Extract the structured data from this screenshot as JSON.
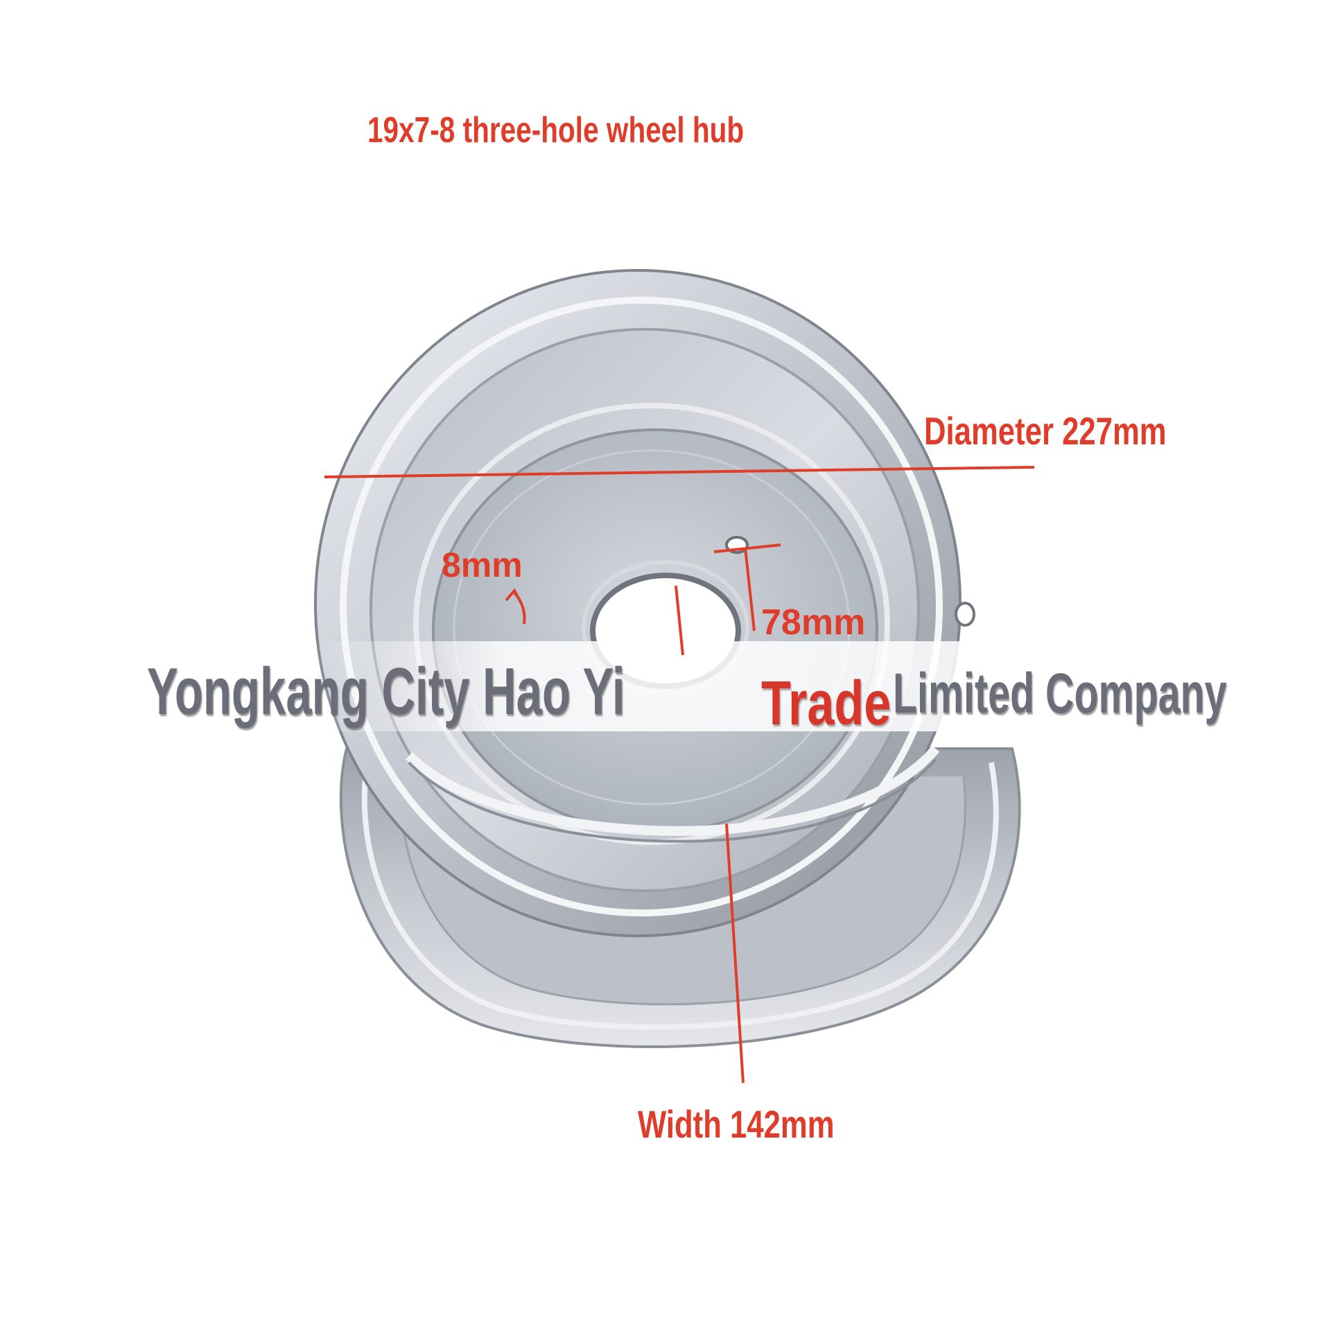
{
  "product_title": "19x7-8 three-hole wheel hub",
  "dimensions": {
    "diameter": "Diameter 227mm",
    "hole": "8mm",
    "bore": "78mm",
    "width": "Width 142mm"
  },
  "watermark": {
    "left": "Yongkang City Hao Yi",
    "middle": "Trade",
    "right": "Limited Company"
  },
  "colors": {
    "annotation": "#e03c2a",
    "watermark_gray": "#6b6e78",
    "watermark_red": "#d8362a",
    "metal_light": "#e6e9ee",
    "metal_mid": "#b5bac3",
    "metal_dark": "#7c818a"
  }
}
